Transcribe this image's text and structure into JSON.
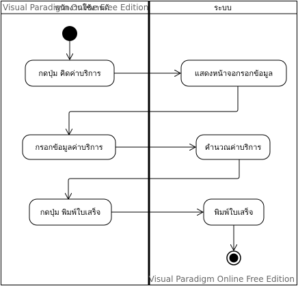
{
  "watermark": {
    "top": "Visual Paradigm Online Free Edition",
    "bottom": "Visual Paradigm Online Free Edition"
  },
  "swimlanes": {
    "left_title": "พนักงานใช้งานด้",
    "right_title": "ระบบ"
  },
  "actions": {
    "click_calculate": "กดปุ่ม คิดค่าบริการ",
    "show_input_screen": "แสดงหน้าจอกรอกข้อมูล",
    "enter_service_info": "กรอกข้อมูลค่าบริการ",
    "calculate_fee": "คำนวณค่าบริการ",
    "click_print": "กดปุ่ม พิมพ์ใบเสร็จ",
    "print_receipt": "พิมพ์ใบเสร็จ"
  },
  "colors": {
    "line": "#000000",
    "watermark": "#666666",
    "fill": "#ffffff"
  }
}
